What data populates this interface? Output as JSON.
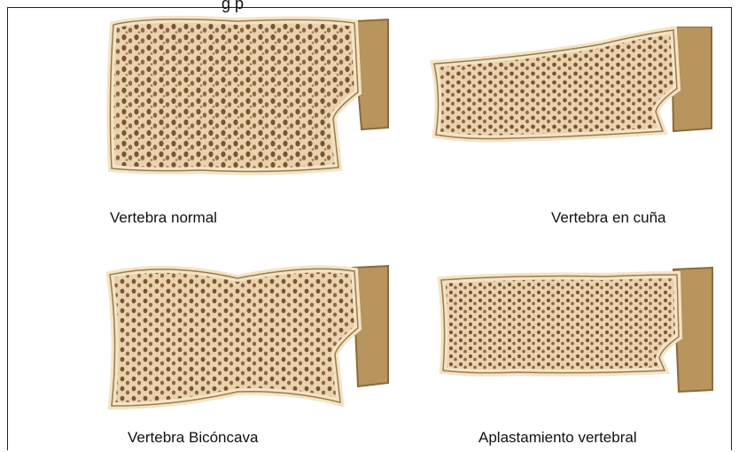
{
  "header_fragment": "g          p",
  "panels": [
    {
      "id": "normal",
      "label": "Vertebra normal"
    },
    {
      "id": "wedge",
      "label": "Vertebra en cuña"
    },
    {
      "id": "biconcave",
      "label": "Vertebra  Bicóncava"
    },
    {
      "id": "crush",
      "label": "Aplastamiento vertebral"
    }
  ],
  "colors": {
    "bone_fill": "#e9d2ad",
    "bone_outline": "#9c7a4c",
    "trabecula_dark": "#6b4a2b",
    "pedicle": "#b7955d",
    "pedicle_dark": "#8a6a3c"
  }
}
